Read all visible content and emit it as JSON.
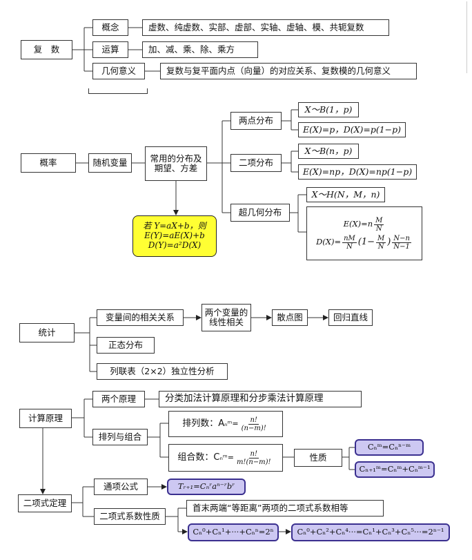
{
  "complex": {
    "root": "复　数",
    "concept": "概念",
    "concept_text": "虚数、纯虚数、实部、虚部、实轴、虚轴、模、共轭复数",
    "ops": "运算",
    "ops_text": "加、减、乘、除、乘方",
    "geo": "几何意义",
    "geo_text": "复数与复平面内点（向量）的对应关系、复数模的几何意义"
  },
  "prob": {
    "root": "概率",
    "rv": "随机变量",
    "dist": "常用的分布及期望、方差",
    "two_point": "两点分布",
    "tp_f1": "X～B(1，p)",
    "tp_f2": "E(X)=p，D(X)=p(1−p)",
    "binom": "二项分布",
    "bn_f1": "X～B(n，p)",
    "bn_f2": "E(X)=np，D(X)=np(1−p)",
    "hyper": "超几何分布",
    "hg_f1": "X～H(N，M，n)",
    "hg_e": "E(X)=n",
    "hg_e_num": "M",
    "hg_e_den": "N",
    "hg_d": "D(X)=",
    "hg_d_num1": "nM",
    "hg_d_den1": "N",
    "hg_d_mid": "(1−",
    "hg_d_num2": "M",
    "hg_d_den2": "N",
    "hg_d_close": ")",
    "hg_d_num3": "N−n",
    "hg_d_den3": "N−1",
    "linear_l1": "若 Y=aX+b，则",
    "linear_l2": "E(Y)=aE(X)+b",
    "linear_l3": "D(Y)=a²D(X)"
  },
  "stats": {
    "root": "统计",
    "corr": "变量间的相关关系",
    "two_var": "两个变量的线性相关",
    "scatter": "散点图",
    "regress": "回归直线",
    "normal": "正态分布",
    "contingency": "列联表（2×2）独立性分析"
  },
  "counting": {
    "root": "计算原理",
    "two_principles": "两个原理",
    "principles_text": "分类加法计算原理和分步乘法计算原理",
    "perm_comb": "排列与组合",
    "perm": "排列数：A",
    "perm_num": "n!",
    "perm_den": "(n−m)!",
    "comb": "组合数：C",
    "comb_num": "n!",
    "comb_den": "m!(n−m)!",
    "property": "性质",
    "prop1": "Cₙᵐ=Cₙⁿ⁻ᵐ",
    "prop2": "Cₙ₊₁ᵐ=Cₙᵐ+Cₙᵐ⁻¹"
  },
  "binomial": {
    "root": "二项式定理",
    "general_term": "通项公式",
    "term_formula": "Tᵣ₊₁=Cₙʳaⁿ⁻ʳbʳ",
    "coef_prop": "二项式系数性质",
    "equidistant": "首末两端“等距离”两项的二项式系数相等",
    "sum_formula": "Cₙ⁰+Cₙ¹+···+Cₙⁿ=2ⁿ",
    "parity_formula": "Cₙ⁰+Cₙ²+Cₙ⁴···=Cₙ¹+Cₙ³+Cₙ⁵···=2ⁿ⁻¹"
  }
}
